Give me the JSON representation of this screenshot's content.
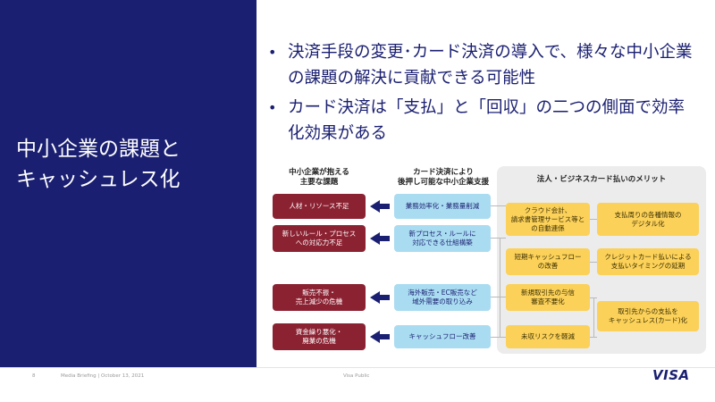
{
  "slide": {
    "title_line1": "中小企業の課題と",
    "title_line2": "キャッシュレス化",
    "bullets": [
      "決済手段の変更･カード決済の導入で、様々な中小企業の課題の解決に貢献できる可能性",
      "カード決済は「支払」と「回収」の二つの側面で効率化効果がある"
    ]
  },
  "diagram": {
    "headers": {
      "issues": "中小企業が抱える\n主要な課題",
      "support": "カード決済により\n後押し可能な中小企業支援",
      "benefits": "法人・ビジネスカード払いのメリット"
    },
    "issues": [
      "人材・リソース不足",
      "新しいルール・プロセス\nへの対応力不足",
      "販売不振・\n売上減少の危機",
      "資金繰り悪化・\n廃業の危機"
    ],
    "support": [
      "業務効率化・業務量削減",
      "新プロセス・ルールに\n対応できる仕組構築",
      "海外販売・EC販売など\n域外需要の取り込み",
      "キャッシュフロー改善"
    ],
    "benefits_left": [
      "クラウド会計、\n請求書管理サービス等と\nの自動連係",
      "短期キャッシュフロー\nの改善",
      "新規取引先の与信\n審査不要化",
      "未収リスクを軽減"
    ],
    "benefits_right": [
      "支払周りの各種情報の\nデジタル化",
      "クレジットカード払いによる\n支払いタイミングの延期",
      "取引先からの支払を\nキャッシュレス(カード)化"
    ]
  },
  "footer": {
    "page": "8",
    "event": "Media Briefing  |  October 13, 2021",
    "classification": "Visa Public",
    "logo": "VISA"
  },
  "colors": {
    "navy": "#1a1f71",
    "red": "#8b2232",
    "blue": "#a9dcf1",
    "yellow": "#fbd15a"
  }
}
